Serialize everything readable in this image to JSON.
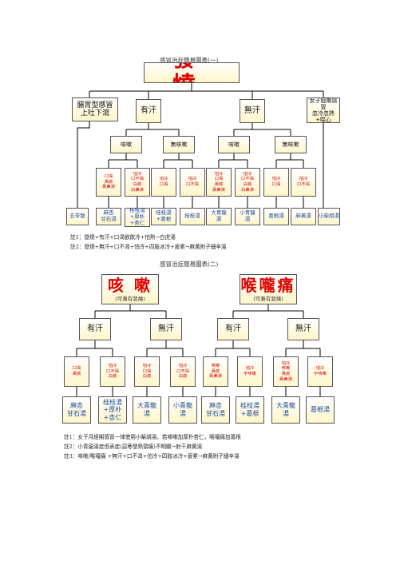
{
  "chart1": {
    "title": "感冒治症簡易圖表(一)",
    "root": "發 燒",
    "side_left": "腸胃型感冒\n上吐下瀉",
    "side_right": "女子經期感冒\n忽冷忽熱+噁心",
    "branch_sweat": "有汗",
    "branch_nosweat": "無汗",
    "cough_l": "咳嗽",
    "nocough_l": "無咳嗽",
    "cough_r": "咳嗽",
    "nocough_r": "無咳嗽",
    "conditions": [
      "口渴\n黃痰\n黃鼻涕",
      "怕冷\n口不渴\n白痰\n白鼻涕",
      "怕冷\n口渴",
      "怕冷\n口不渴",
      "怕冷\n口渴\n黃痰\n黃鼻涕",
      "怕冷\n口不渴\n白痰\n白鼻涕",
      "怕冷\n口渴",
      "怕冷\n口不渴"
    ],
    "remedies": [
      "五苓散",
      "麻杏\n甘石湯",
      "桂枝湯\n+厚朴\n+杏仁",
      "桂枝湯\n+葛根",
      "桂枝湯",
      "大青龍\n湯",
      "小青龍\n湯",
      "葛根湯",
      "麻黃湯",
      "小柴胡湯"
    ],
    "notes": [
      "註1：發燒+有汗+口渴欲飲冷+怕熱→白虎湯",
      "註2：發燒+無汗+口不渴+怕冷+四肢冰冷+疲累→麻黃附子細辛湯"
    ]
  },
  "chart2": {
    "title": "感冒治症簡易圖表(二)",
    "root_left": "咳 嗽",
    "root_left_sub": "(可兼有發燒)",
    "root_right": "喉嚨痛",
    "root_right_sub": "(可兼有發燒)",
    "branch_sweat_l": "有汗",
    "branch_nosweat_l": "無汗",
    "branch_sweat_r": "有汗",
    "branch_nosweat_r": "無汗",
    "conditions": [
      "口渴\n黃痰",
      "怕冷\n口不渴\n白痰",
      "怕冷\n口渴\n白痰",
      "怕冷\n口不渴\n白痰",
      "咳嗽\n黃痰\n黃鼻涕",
      "怕冷\n不咳嗽",
      "怕冷\n咳嗽\n黃痰\n黃鼻涕",
      "怕冷\n不咳嗽"
    ],
    "remedies": [
      "麻杏\n甘石湯",
      "桂枝湯\n+厚朴\n+杏仁",
      "大青龍\n湯",
      "小青龍\n湯",
      "麻杏\n甘石湯",
      "桂枝湯\n+葛根",
      "大青龍\n湯",
      "葛根湯"
    ],
    "notes": [
      "註1：女子月經期感冒一律使用小柴胡湯，若咳嗽加厚朴杏仁，喉嚨痛加葛根",
      "註2：小青龍湯症但表症(惡寒發熱頭痛)不明顯→射干麻黃湯",
      "註3：咳嗽/喉嚨痛 +無汗+口不渴+怕冷+四肢冰冷+疲累→麻黃附子細辛湯"
    ]
  }
}
